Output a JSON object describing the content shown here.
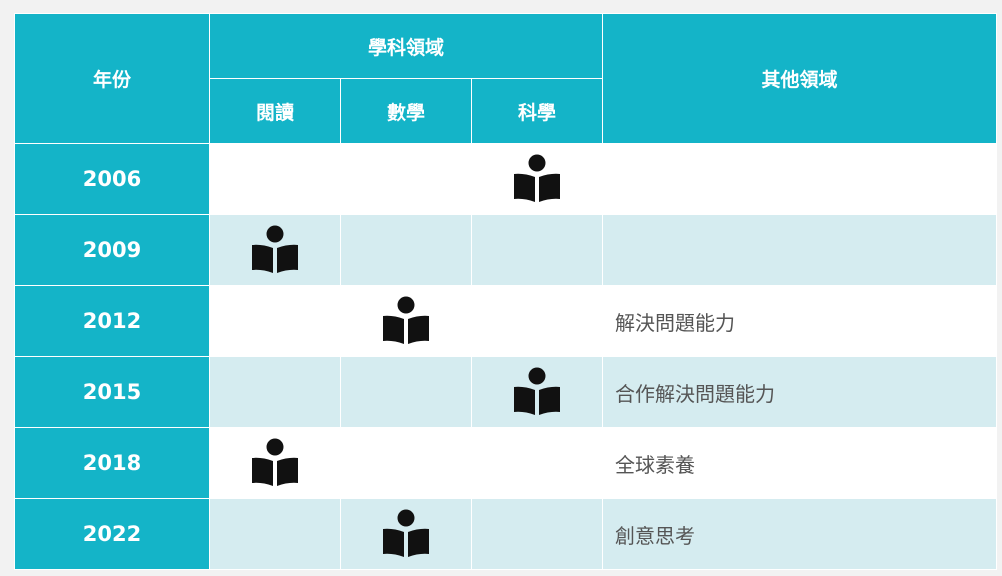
{
  "header": {
    "year_label": "年份",
    "subject_group_label": "學科領域",
    "subjects": [
      "閱讀",
      "數學",
      "科學"
    ],
    "other_label": "其他領域"
  },
  "rows": [
    {
      "year": "2006",
      "marked_subject": 2,
      "other": ""
    },
    {
      "year": "2009",
      "marked_subject": 0,
      "other": ""
    },
    {
      "year": "2012",
      "marked_subject": 1,
      "other": "解決問題能力"
    },
    {
      "year": "2015",
      "marked_subject": 2,
      "other": "合作解決問題能力"
    },
    {
      "year": "2018",
      "marked_subject": 0,
      "other": "全球素養"
    },
    {
      "year": "2022",
      "marked_subject": 1,
      "other": "創意思考"
    }
  ],
  "icon": {
    "name": "reader-book-icon",
    "color": "#111111"
  },
  "colors": {
    "header_bg": "#14b4c8",
    "row_alt_bg": "#d5ecf0",
    "row_bg": "#ffffff"
  }
}
